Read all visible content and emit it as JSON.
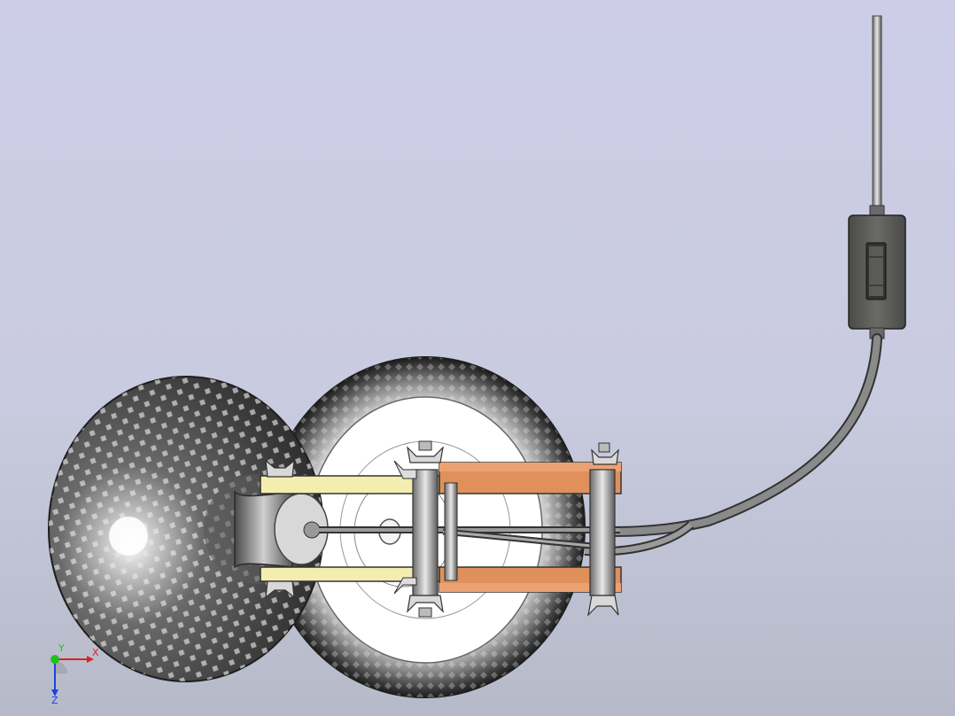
{
  "viewport": {
    "background_top": "#cdcde8",
    "background_bottom": "#b6bac8"
  },
  "model": {
    "parts": [
      "lamp-shade",
      "wheel",
      "hinge-arm-frame",
      "wing-nut",
      "power-cable",
      "inline-switch"
    ],
    "colors": {
      "shade_dark": "#3a3a3a",
      "shade_highlight": "#ffffff",
      "arm_light": "#f3edb0",
      "arm_copper": "#e0905a",
      "cable": "#6a6a6a",
      "switch_body": "#5a5a56"
    }
  },
  "triad": {
    "x_label": "X",
    "y_label": "Y",
    "z_label": "Z",
    "x_color": "#e02020",
    "y_color": "#20c020",
    "z_color": "#2040e0"
  }
}
